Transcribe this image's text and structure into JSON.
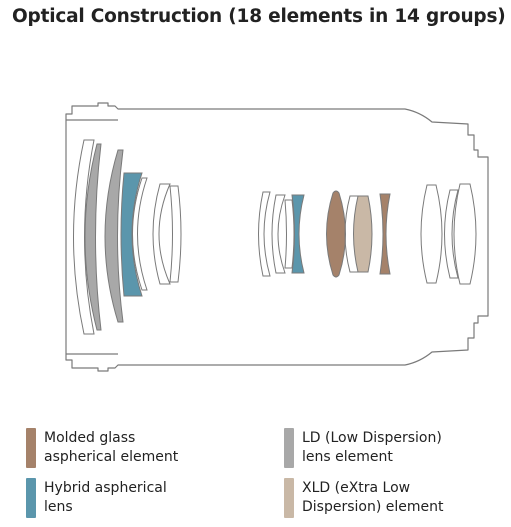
{
  "title": "Optical Construction (18 elements in 14 groups)",
  "colors": {
    "outline": "#7a7a7a",
    "molded_glass": "#a5826a",
    "hybrid": "#5b96ac",
    "ld": "#a8a8a8",
    "xld": "#c9b8a6"
  },
  "legend": [
    {
      "key": "molded_glass",
      "line1": "Molded glass",
      "line2": "aspherical element"
    },
    {
      "key": "ld",
      "line1": "LD (Low Dispersion)",
      "line2": "lens element"
    },
    {
      "key": "hybrid",
      "line1": "Hybrid aspherical",
      "line2": "lens"
    },
    {
      "key": "xld",
      "line1": "XLD (eXtra Low",
      "line2": "Dispersion) element"
    }
  ]
}
